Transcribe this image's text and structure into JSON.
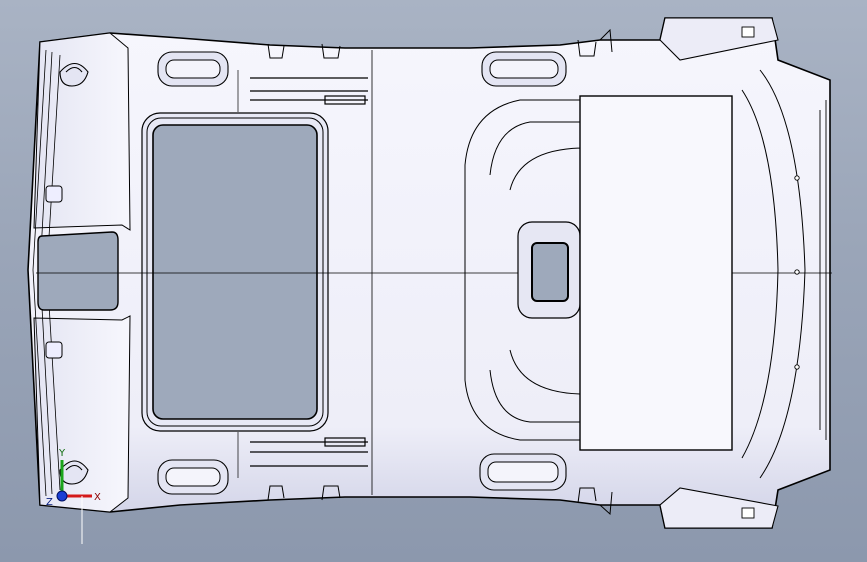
{
  "colors": {
    "background_top": "#a9b3c4",
    "background_bottom": "#8c98ad",
    "part_fill": "#f3f3fb",
    "part_shade": "#d6d8ea",
    "edge": "#000000",
    "opening_fill": "#9ea9bb",
    "axis_x": "#d41a1a",
    "axis_y": "#1aa51a",
    "axis_z": "#1a3fd4"
  },
  "triad": {
    "x_label": "X",
    "y_label": "Y",
    "z_label": "Z"
  }
}
